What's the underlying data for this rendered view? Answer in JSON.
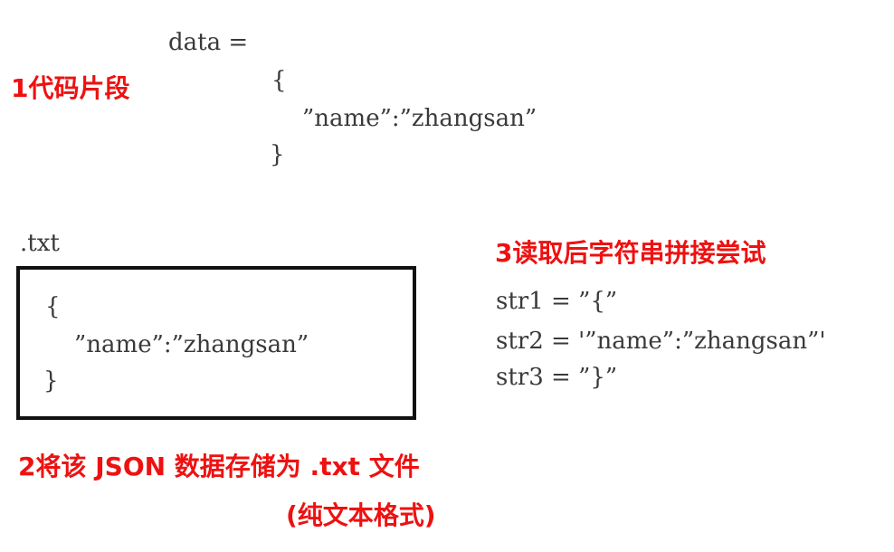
{
  "snippet": {
    "label": "1代码片段",
    "lines": [
      "data =",
      "{",
      "”name”:”zhangsan”",
      "}"
    ]
  },
  "file": {
    "filename": ".txt",
    "lines": [
      "{",
      "”name”:”zhangsan”",
      "}"
    ],
    "caption_line1": "2将该 JSON 数据存储为 .txt 文件",
    "caption_line2": "(纯文本格式)"
  },
  "concat": {
    "label": "3读取后字符串拼接尝试",
    "lines": [
      "str1 = ”{”",
      "str2 = '”name”:”zhangsan”'",
      "str3 = ”}”"
    ]
  },
  "colors": {
    "label": "#ee1111",
    "code": "#3a3a3a",
    "box_border": "#111111"
  }
}
